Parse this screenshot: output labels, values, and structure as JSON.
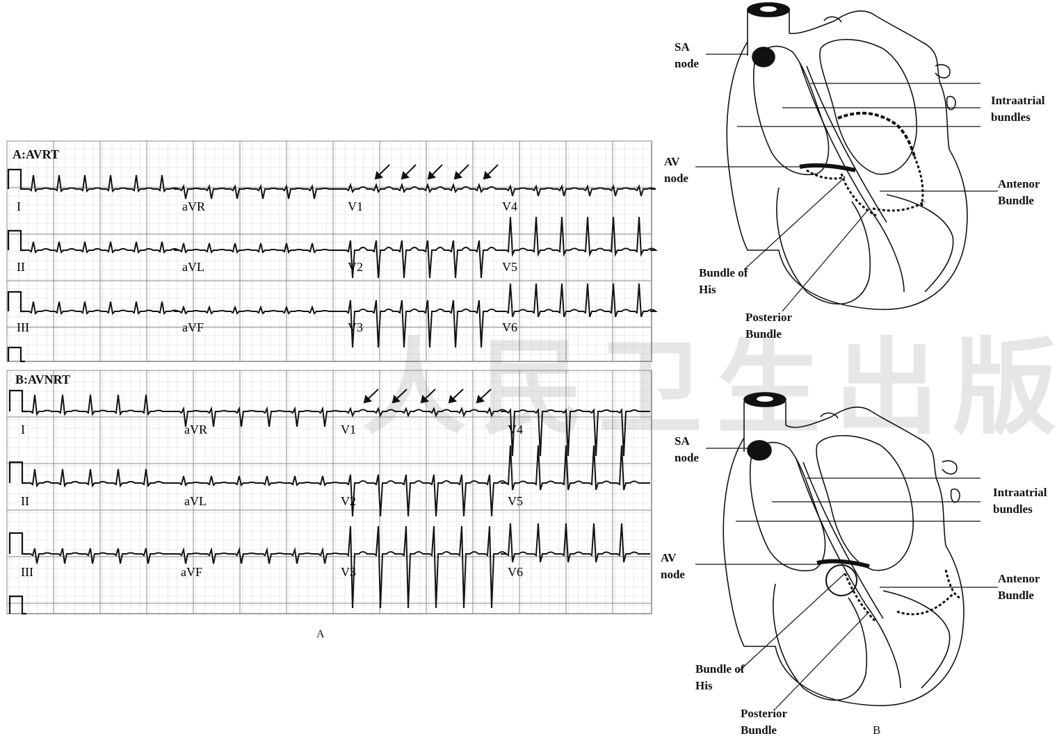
{
  "panel_a": {
    "caption": "A",
    "strips": [
      {
        "title": "A:AVRT",
        "rows": [
          {
            "leads": [
              "I",
              "aVR",
              "V1",
              "V4"
            ]
          },
          {
            "leads": [
              "II",
              "aVL",
              "V2",
              "V5"
            ]
          },
          {
            "leads": [
              "III",
              "aVF",
              "V3",
              "V6"
            ]
          }
        ]
      },
      {
        "title": "B:AVNRT",
        "rows": [
          {
            "leads": [
              "I",
              "aVR",
              "V1",
              "V4"
            ]
          },
          {
            "leads": [
              "II",
              "aVL",
              "V2",
              "V5"
            ]
          },
          {
            "leads": [
              "III",
              "aVF",
              "V3",
              "V6"
            ]
          }
        ]
      }
    ]
  },
  "panel_b": {
    "caption": "B",
    "hearts": [
      {
        "labels": {
          "sa_node": "SA node",
          "intraatrial": "Intraatrial bundles",
          "av_node": "AV node",
          "anterior": "Antenor Bundle",
          "his": "Bundle of His",
          "posterior": "Posterior Bundle"
        }
      },
      {
        "labels": {
          "sa_node": "SA node",
          "intraatrial": "Intraatrial bundles",
          "av_node": "AV node",
          "anterior": "Antenor Bundle",
          "his": "Bundle of His",
          "posterior": "Posterior Bundle"
        }
      }
    ]
  },
  "watermark": "人民卫生出版社"
}
